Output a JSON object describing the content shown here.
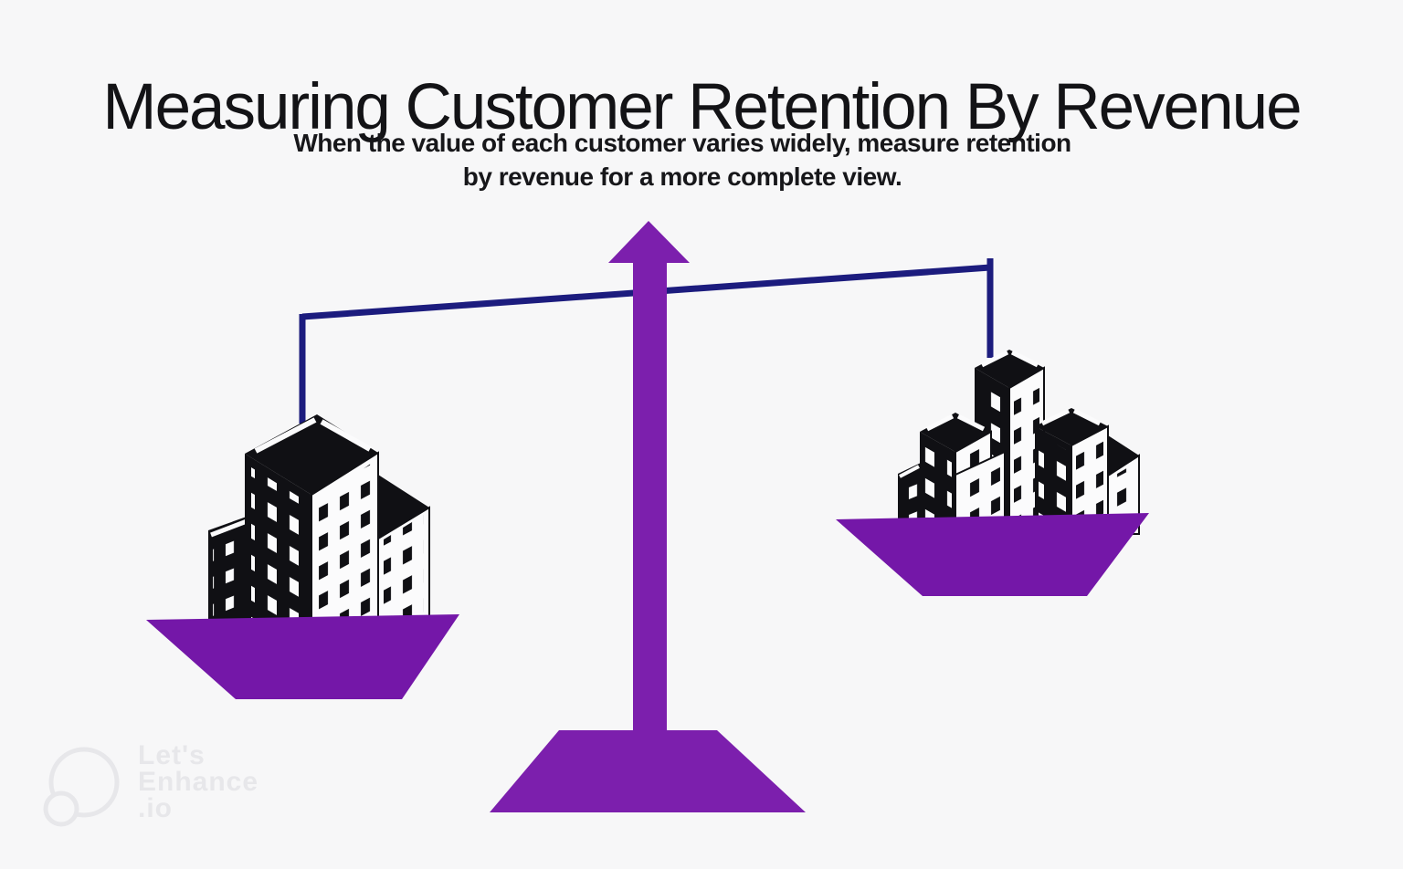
{
  "header": {
    "title": "Measuring Customer Retention By Revenue",
    "subtitle_line1": "When the value of each customer varies widely, measure retention",
    "subtitle_line2": "by revenue for a more complete view."
  },
  "illustration": {
    "scale_icon": "balance-scale-icon",
    "left_pan_icon": "single-office-building-icon",
    "right_pan_icon": "building-cluster-icon"
  },
  "colors": {
    "background": "#f7f7f8",
    "purple": "#7c1fad",
    "purple_deep": "#7417a8",
    "navy": "#1c1c7e",
    "ink": "#131316",
    "building_black": "#101014",
    "building_white": "#fbfbfc",
    "watermark": "#e7e7ea"
  },
  "watermark": {
    "line1": "Let's",
    "line2": "Enhance",
    "line3": ".io"
  }
}
